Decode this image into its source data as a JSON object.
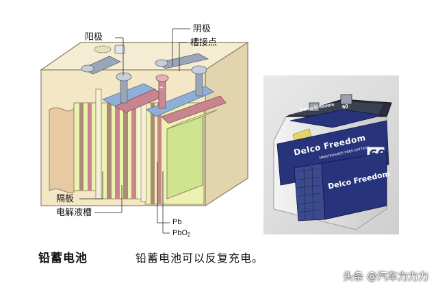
{
  "labels": {
    "anode": "阳极",
    "cathode": "阴极",
    "cathode_line2": "槽接点",
    "separator": "隔板",
    "electrolyte": "电解液槽",
    "pb": "Pb",
    "pbo2_base": "PbO",
    "pbo2_sub": "2"
  },
  "caption": {
    "title": "铅蓄电池",
    "description": "铅蓄电池可以反复充电。"
  },
  "photo": {
    "brand_text": "Delco Freedom",
    "brand_text_side": "Delco Freedom",
    "model_number": "60",
    "subline": "MAINTENANCE FREE BATTERY",
    "label_top_brand": "Delco Freedom",
    "label_top_number": "60"
  },
  "watermark": "头条 @汽车力力力",
  "colors": {
    "case": "#f3e7c5",
    "case_edge": "#8f8468",
    "neg_plate": "#a98c73",
    "pos_plate": "#c9858f",
    "grid_blue": "#8fb0d6",
    "electrolyte": "#eef2b0",
    "electrolyte_green": "#cfe48f",
    "battery_blue": "#27337a",
    "battery_white": "#f2f2f2"
  }
}
